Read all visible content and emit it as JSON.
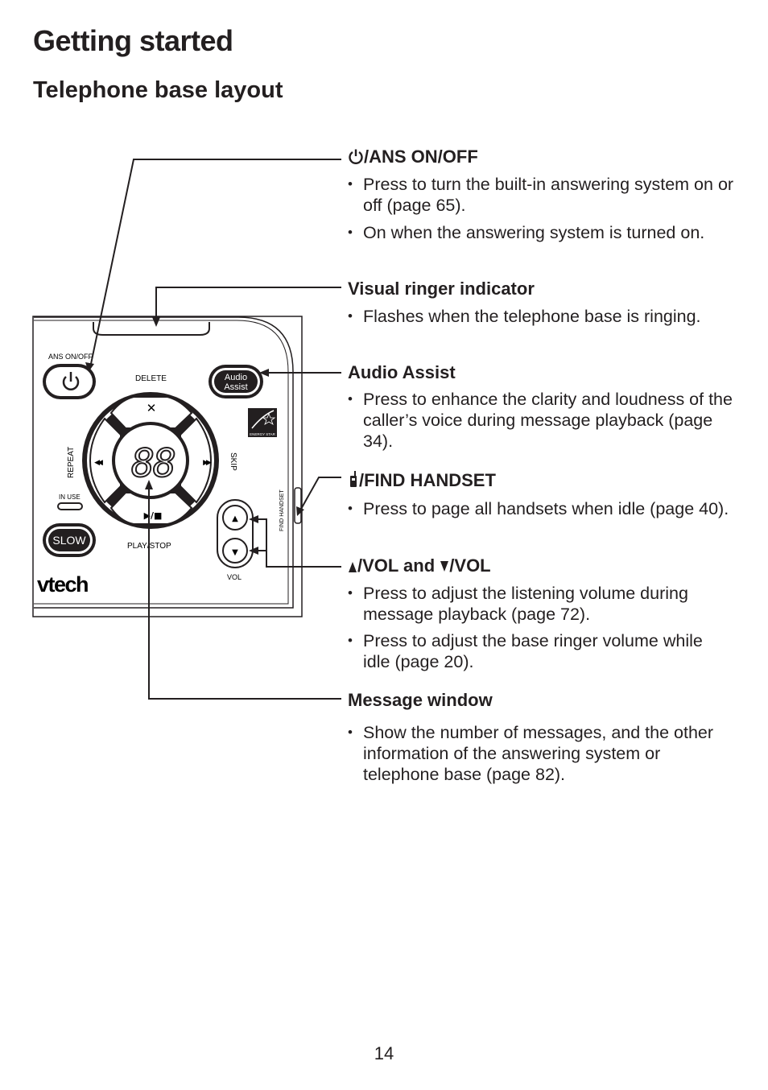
{
  "header": {
    "title": "Getting started",
    "subtitle": "Telephone base layout"
  },
  "device": {
    "ans_label": "ANS ON/OFF",
    "delete_label": "DELETE",
    "audio_assist_line1": "Audio",
    "audio_assist_line2": "Assist",
    "repeat_label": "REPEAT",
    "skip_label": "SKIP",
    "in_use_label": "IN USE",
    "slow_label": "SLOW",
    "play_stop_label": "PLAY/STOP",
    "vol_label": "VOL",
    "find_handset_label": "FIND HANDSET",
    "logo": "vtech",
    "energy_star_label": "ENERGY STAR",
    "display_digits": "88",
    "delete_symbol": "✕",
    "play_symbol": "▶/■",
    "repeat_symbol": "◀◀",
    "skip_symbol": "▶▶",
    "vol_up_symbol": "▲",
    "vol_down_symbol": "▼"
  },
  "sections": {
    "ans": {
      "title": "/ANS ON/OFF",
      "bullets": [
        "Press to turn the built-in answering system on or off (page 65).",
        "On when the answering system is turned on."
      ]
    },
    "ringer": {
      "title": "Visual ringer indicator",
      "bullets": [
        "Flashes when the telephone base is ringing."
      ]
    },
    "audio": {
      "title": "Audio Assist",
      "bullets": [
        "Press to enhance the clarity and loudness of the caller’s voice during message playback (page 34)."
      ]
    },
    "find": {
      "title": "/FIND HANDSET",
      "bullets": [
        "Press to page all handsets when idle (page 40)."
      ]
    },
    "vol": {
      "title_mid": "/VOL and ",
      "title_end": "/VOL",
      "bullets": [
        "Press to adjust the listening volume during message playback (page 72).",
        "Press to adjust the base ringer volume while idle (page 20)."
      ]
    },
    "msg": {
      "title": "Message window",
      "bullets": [
        "Show the number of messages, and the other information of the answering system or telephone base (page 82)."
      ]
    }
  },
  "footer": {
    "page_number": "14"
  }
}
